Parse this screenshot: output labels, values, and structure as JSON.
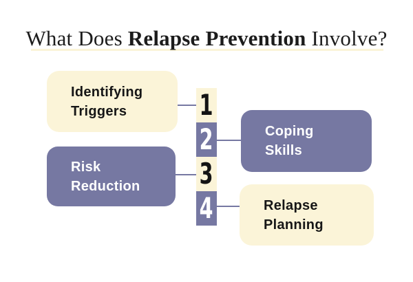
{
  "title": {
    "prefix": "What Does ",
    "emphasis": "Relapse Prevention",
    "suffix": " Involve?",
    "full": "What Does Relapse Prevention Involve?"
  },
  "colors": {
    "background": "#FFFFFF",
    "cream": "#FBF4D8",
    "purple": "#7678A2",
    "dark_text": "#1A1A1A",
    "light_text": "#FFFFFF",
    "connector": "#7678A2"
  },
  "steps": [
    {
      "number": "1",
      "label": "Identifying Triggers",
      "lines": [
        "Identifying",
        "Triggers"
      ],
      "box_color": "cream",
      "number_tile_color": "cream",
      "side": "left"
    },
    {
      "number": "2",
      "label": "Coping Skills",
      "lines": [
        "Coping",
        "Skills"
      ],
      "box_color": "purple",
      "number_tile_color": "purple",
      "side": "right"
    },
    {
      "number": "3",
      "label": "Risk Reduction",
      "lines": [
        "Risk",
        "Reduction"
      ],
      "box_color": "purple",
      "number_tile_color": "cream",
      "side": "left"
    },
    {
      "number": "4",
      "label": "Relapse Planning",
      "lines": [
        "Relapse",
        "Planning"
      ],
      "box_color": "cream",
      "number_tile_color": "purple",
      "side": "right"
    }
  ]
}
